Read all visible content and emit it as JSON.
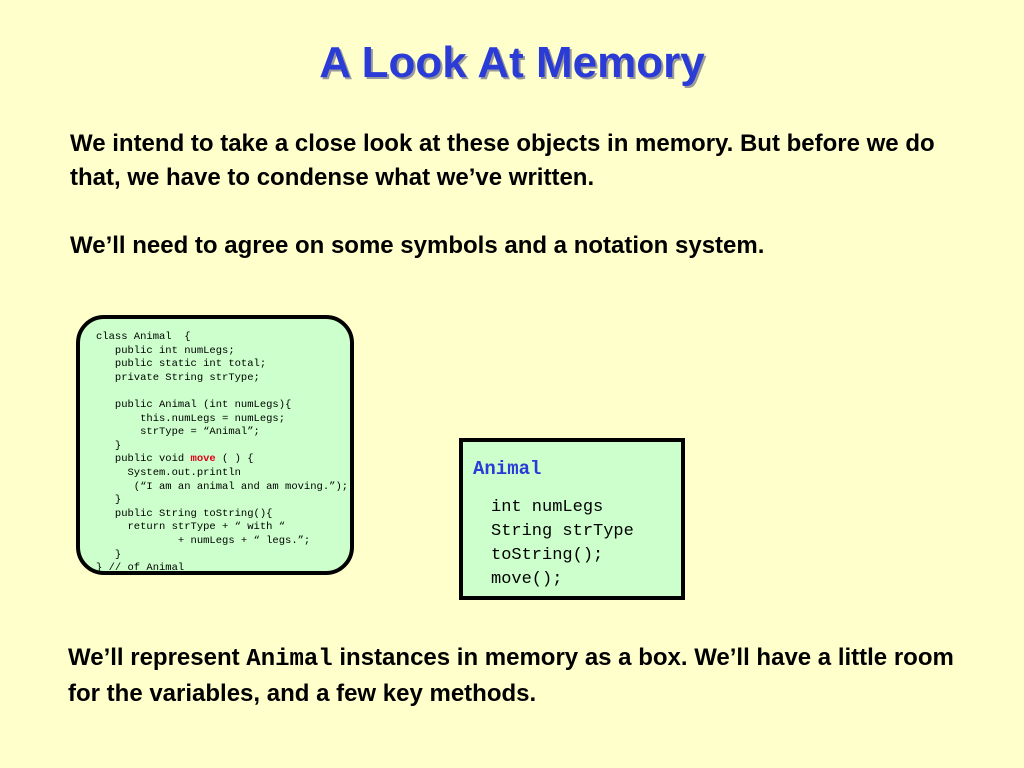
{
  "slide": {
    "title": "A Look At Memory",
    "para1": "We intend to take a close look at these objects in memory.  But before we do that, we have to condense what we’ve written.",
    "para2": "We’ll need to agree on some symbols and a notation system.",
    "para3_before": "We’ll represent ",
    "para3_code": "Animal",
    "para3_after": " instances in memory as a box.  We’ll have a little room for the variables, and a few key methods."
  },
  "code": {
    "lines": [
      "class Animal  {",
      "   public int numLegs;",
      "   public static int total;",
      "   private String strType;",
      "",
      "   public Animal (int numLegs){",
      "       this.numLegs = numLegs;",
      "       strType = “Animal”;",
      "   }",
      "   public void ",
      "     System.out.println",
      "      (“I am an animal and am moving.”);",
      "   }",
      "   public String toString(){",
      "     return strType + “ with “",
      "             + numLegs + “ legs.”;",
      "   }",
      "} // of Animal"
    ],
    "move_keyword": "move",
    "move_suffix": " ( ) {"
  },
  "class_box": {
    "name": "Animal",
    "members": [
      "int numLegs",
      "String strType",
      "toString();",
      "move();"
    ]
  },
  "colors": {
    "background": "#ffffcc",
    "title": "#2b3bd6",
    "box_fill": "#ccffcc",
    "keyword_highlight": "#e0001a"
  }
}
